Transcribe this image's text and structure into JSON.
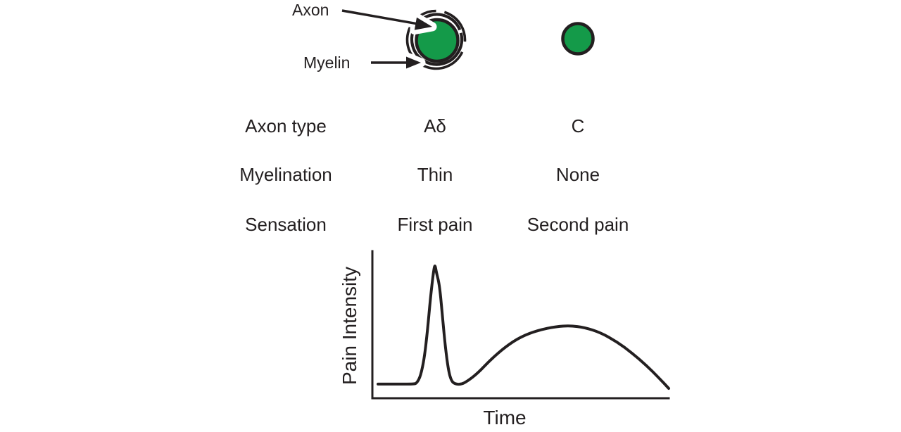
{
  "figure": {
    "background": "#ffffff",
    "ink_color": "#231f20",
    "axon_fill_color": "#149a49"
  },
  "fiber_diagram": {
    "axon_label": "Axon",
    "myelin_label": "Myelin"
  },
  "comparison_table": {
    "rows": [
      {
        "label": "Axon type",
        "a_delta": "Aδ",
        "c": "C"
      },
      {
        "label": "Myelination",
        "a_delta": "Thin",
        "c": "None"
      },
      {
        "label": "Sensation",
        "a_delta": "First pain",
        "c": "Second pain"
      }
    ]
  },
  "chart_data": {
    "type": "line",
    "title": "",
    "xlabel": "Time",
    "ylabel": "Pain Intensity",
    "x_range": [
      0,
      1
    ],
    "y_range": [
      0,
      1
    ],
    "grid": false,
    "legend": "none",
    "series": [
      {
        "name": "pain-intensity-over-time",
        "points": [
          [
            0.019,
            0.012
          ],
          [
            0.08,
            0.012
          ],
          [
            0.14,
            0.012
          ],
          [
            0.15,
            0.02
          ],
          [
            0.163,
            0.08
          ],
          [
            0.175,
            0.22
          ],
          [
            0.186,
            0.45
          ],
          [
            0.196,
            0.72
          ],
          [
            0.206,
            0.93
          ],
          [
            0.211,
            1.0
          ],
          [
            0.216,
            0.93
          ],
          [
            0.227,
            0.82
          ],
          [
            0.237,
            0.55
          ],
          [
            0.247,
            0.3
          ],
          [
            0.257,
            0.12
          ],
          [
            0.267,
            0.035
          ],
          [
            0.28,
            0.012
          ],
          [
            0.3,
            0.01
          ],
          [
            0.32,
            0.035
          ],
          [
            0.355,
            0.1
          ],
          [
            0.4,
            0.215
          ],
          [
            0.45,
            0.32
          ],
          [
            0.5,
            0.4
          ],
          [
            0.56,
            0.455
          ],
          [
            0.62,
            0.485
          ],
          [
            0.668,
            0.492
          ],
          [
            0.715,
            0.478
          ],
          [
            0.77,
            0.435
          ],
          [
            0.825,
            0.36
          ],
          [
            0.875,
            0.27
          ],
          [
            0.925,
            0.165
          ],
          [
            0.968,
            0.06
          ],
          [
            1.0,
            -0.023
          ]
        ]
      }
    ]
  }
}
